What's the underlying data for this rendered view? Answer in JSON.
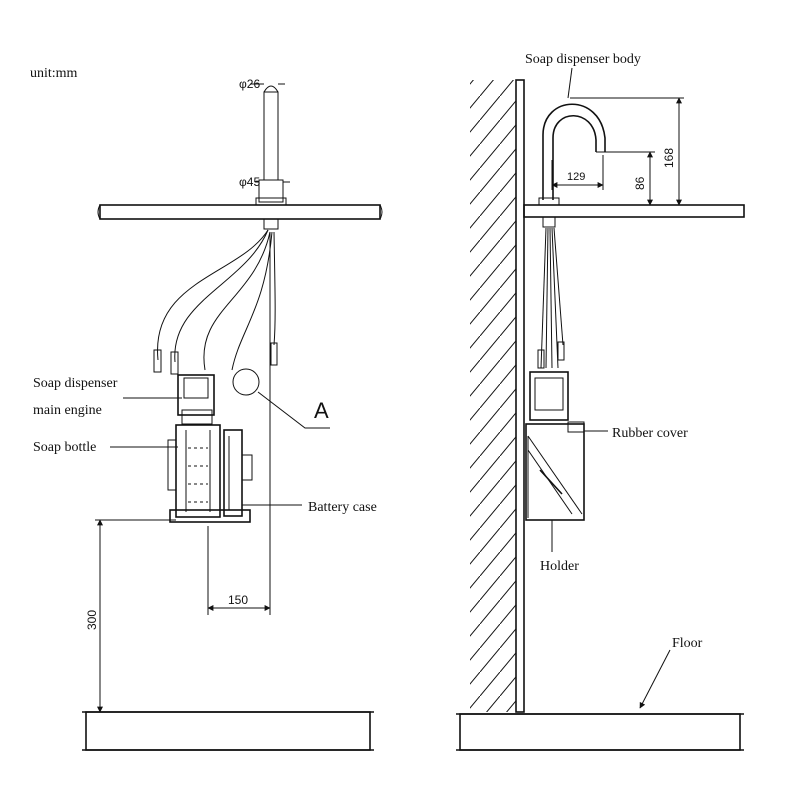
{
  "unit_label": "unit:mm",
  "left_view": {
    "pipe_dia_top": "φ26",
    "pipe_dia_base": "φ45",
    "main_engine_line1": "Soap dispenser",
    "main_engine_line2": "main engine",
    "soap_bottle": "Soap bottle",
    "battery_case": "Battery case",
    "detail_marker": "A",
    "dim_horizontal": "150",
    "dim_height": "300"
  },
  "right_view": {
    "body_label": "Soap dispenser body",
    "rubber_cover": "Rubber cover",
    "holder": "Holder",
    "floor": "Floor",
    "dim_reach": "129",
    "dim_spout_height": "86",
    "dim_total_height": "168"
  }
}
